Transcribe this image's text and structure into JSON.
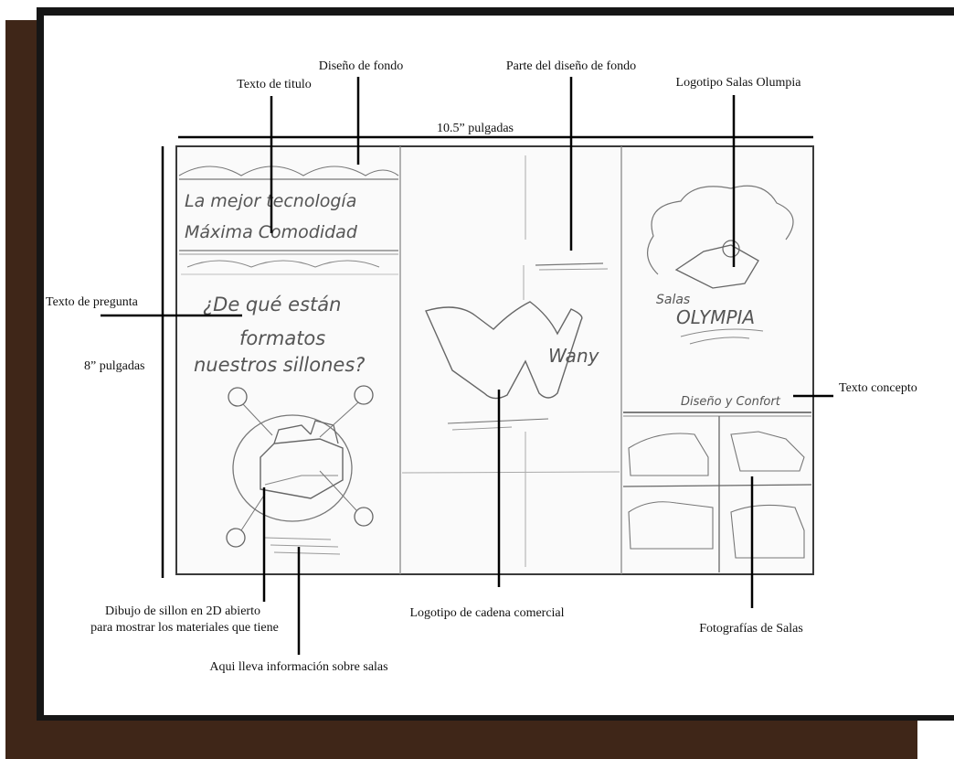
{
  "labels": {
    "background_design": "Diseño de fondo",
    "title_text": "Texto de titulo",
    "background_design_part": "Parte del diseño de fondo",
    "salas_logo": "Logotipo Salas Olumpia",
    "width_dim": "10.5” pulgadas",
    "height_dim": "8” pulgadas",
    "question_text": "Texto de pregunta",
    "concept_text": "Texto concepto",
    "sofa_drawing_line1": "Dibujo de sillon en 2D abierto",
    "sofa_drawing_line2": "para mostrar los materiales que tiene",
    "info_salas": "Aqui lleva información sobre salas",
    "chain_logo": "Logotipo de cadena comercial",
    "salas_photos": "Fotografías de Salas"
  },
  "sketch": {
    "title_line1": "La mejor tecnología",
    "title_line2": "Máxima Comodidad",
    "question_line1": "¿De qué están",
    "question_line2": "formatos",
    "question_line3": "nuestros sillones?",
    "brand_word": "Wany",
    "salas_word": "Salas",
    "olympia_word": "OLYMPIA",
    "concept_word": "Diseño y Confort"
  },
  "colors": {
    "brown_bg": "#3f2618",
    "black_frame": "#161616",
    "paper": "#ffffff",
    "pencil": "#6a6a6a"
  }
}
